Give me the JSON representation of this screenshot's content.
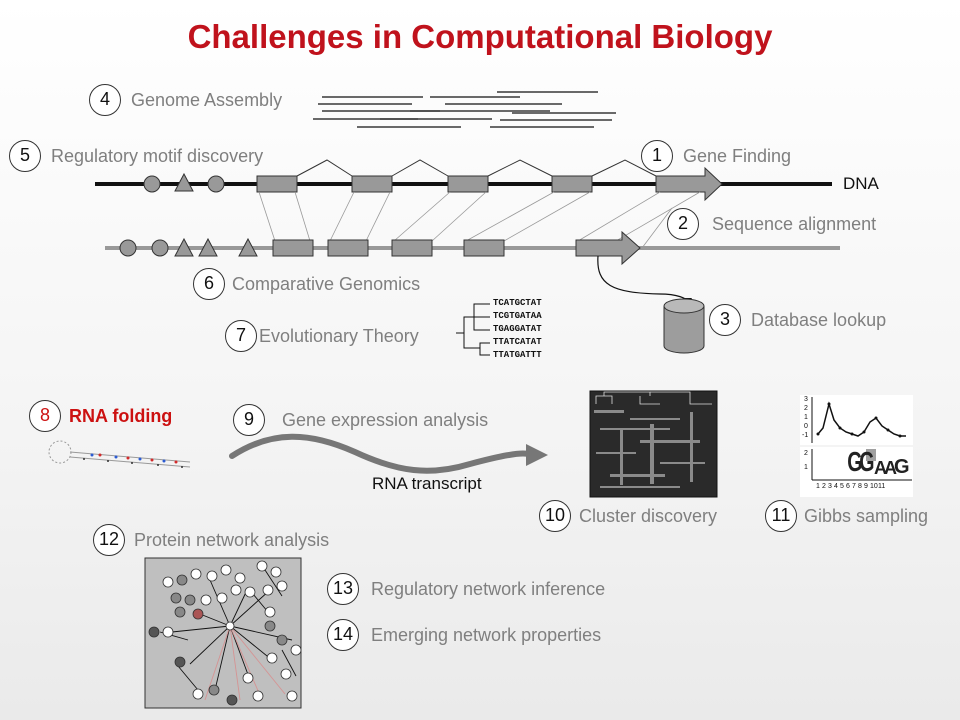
{
  "title": "Challenges in Computational Biology",
  "colors": {
    "title": "#c0121c",
    "label": "#7f7f7f",
    "highlight": "#cc1111",
    "dna": "#111111"
  },
  "dna_label": "DNA",
  "rna_transcript_label": "RNA transcript",
  "challenges": [
    {
      "num": "1",
      "label": "Gene Finding"
    },
    {
      "num": "2",
      "label": "Sequence alignment"
    },
    {
      "num": "3",
      "label": "Database lookup"
    },
    {
      "num": "4",
      "label": "Genome Assembly"
    },
    {
      "num": "5",
      "label": "Regulatory motif discovery"
    },
    {
      "num": "6",
      "label": "Comparative Genomics"
    },
    {
      "num": "7",
      "label": "Evolutionary Theory"
    },
    {
      "num": "8",
      "label": "RNA folding"
    },
    {
      "num": "9",
      "label": "Gene expression analysis"
    },
    {
      "num": "10",
      "label": "Cluster discovery"
    },
    {
      "num": "11",
      "label": "Gibbs sampling"
    },
    {
      "num": "12",
      "label": "Protein network analysis"
    },
    {
      "num": "13",
      "label": "Regulatory network inference"
    },
    {
      "num": "14",
      "label": "Emerging network properties"
    }
  ],
  "sequences": [
    "TCATGCTAT",
    "TCGTGATAA",
    "TGAGGATAT",
    "TTATCATAT",
    "TTATGATTT"
  ],
  "motif_logo_letters": [
    "G",
    "G",
    "A",
    "A",
    "G"
  ],
  "motif_axis_ticks": [
    "3",
    "2",
    "1",
    "0",
    "-1",
    "2",
    "1",
    "1",
    "2",
    "3",
    "4",
    "5",
    "6",
    "7",
    "8",
    "9",
    "10",
    "11"
  ]
}
